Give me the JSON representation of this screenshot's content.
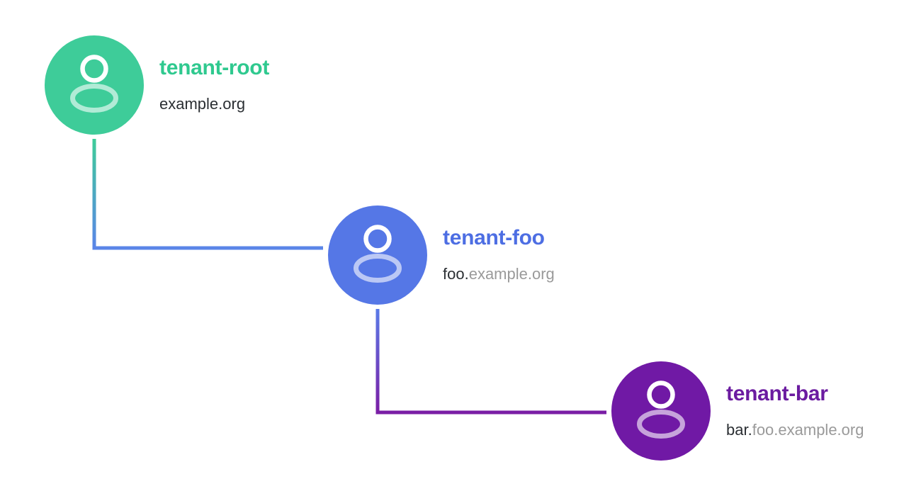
{
  "diagram": {
    "background_color": "#ffffff",
    "nodes": [
      {
        "name": "tenant-root",
        "title": "tenant-root",
        "domain_prefix": "example.org",
        "domain_suffix": "",
        "circle_color": "#3ECC99",
        "title_color": "#2FC98F",
        "icon": "person-icon"
      },
      {
        "name": "tenant-foo",
        "title": "tenant-foo",
        "domain_prefix": "foo.",
        "domain_suffix": "example.org",
        "circle_color": "#5577E6",
        "title_color": "#4D6EE3",
        "icon": "person-icon"
      },
      {
        "name": "tenant-bar",
        "title": "tenant-bar",
        "domain_prefix": "bar.",
        "domain_suffix": "foo.example.org",
        "circle_color": "#7019A5",
        "title_color": "#6B1BA0",
        "icon": "person-icon"
      }
    ],
    "connectors": [
      {
        "from": "tenant-root",
        "to": "tenant-foo",
        "from_color": "#3ECC99",
        "to_color": "#5A85E8"
      },
      {
        "from": "tenant-foo",
        "to": "tenant-bar",
        "from_color": "#5A7BE8",
        "to_color": "#7A1EA5"
      }
    ],
    "text_colors": {
      "domain_dark": "#2B2F33",
      "domain_muted": "#9A9A9A"
    }
  }
}
